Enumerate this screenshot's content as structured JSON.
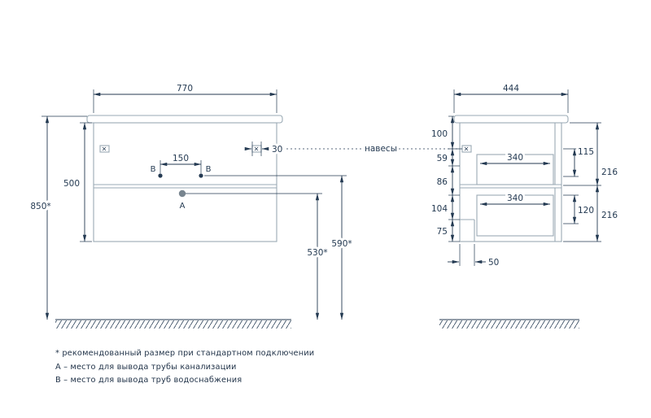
{
  "front": {
    "dim_width": "770",
    "dim_height": "500",
    "dim_total_height": "850*",
    "dim_hole_spacing": "150",
    "dim_bracket": "30",
    "dim_drain_height": "530*",
    "dim_supply_height": "590*",
    "point_a": "A",
    "point_b_left": "B",
    "point_b_right": "B"
  },
  "side": {
    "dim_depth": "444",
    "dim_100": "100",
    "dim_59": "59",
    "dim_86": "86",
    "dim_104": "104",
    "dim_75": "75",
    "dim_drawer_top": "340",
    "dim_drawer_bottom": "340",
    "dim_115": "115",
    "dim_216_top": "216",
    "dim_120": "120",
    "dim_216_bottom": "216",
    "dim_50": "50"
  },
  "callouts": {
    "hangers": "навесы"
  },
  "notes": [
    "* рекомендованный размер при стандартном подключении",
    "A – место для вывода трубы канализации",
    "B – место для вывода труб водоснабжения"
  ],
  "colors": {
    "background": "#ffffff",
    "outline": "#9aaab4",
    "dimension": "#243a52",
    "note_text": "#1f3147"
  }
}
